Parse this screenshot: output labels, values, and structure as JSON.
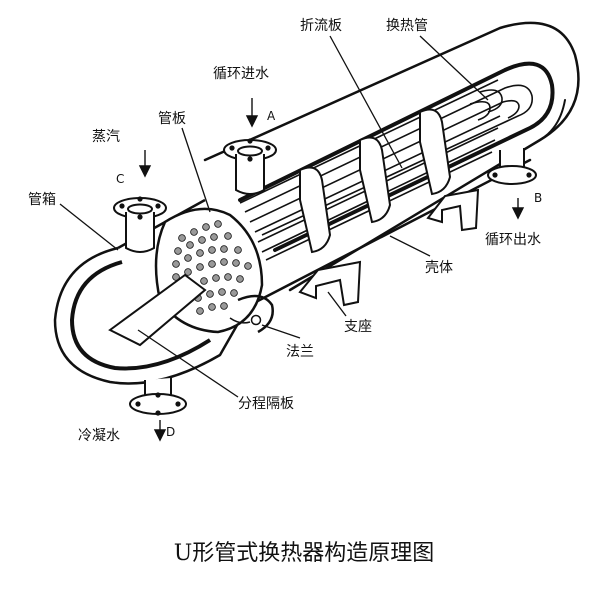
{
  "labels": {
    "baffle": "折流板",
    "heat_tube": "换热管",
    "water_in": "循环进水",
    "port_a": "A",
    "tube_sheet": "管板",
    "steam": "蒸汽",
    "port_c": "C",
    "channel": "管箱",
    "port_b": "B",
    "water_out": "循环出水",
    "shell": "壳体",
    "support": "支座",
    "flange": "法兰",
    "pass_partition": "分程隔板",
    "condensate": "冷凝水",
    "port_d": "D"
  },
  "caption": "U形管式换热器构造原理图"
}
